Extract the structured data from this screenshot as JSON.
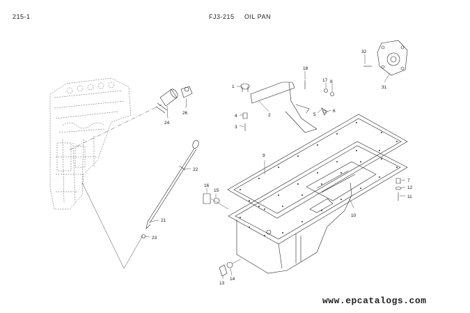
{
  "header": {
    "page_number": "215-1",
    "figure_code": "FJ3-215",
    "title": "OIL PAN"
  },
  "callouts": [
    "1",
    "2",
    "3",
    "4",
    "5",
    "6",
    "7",
    "8",
    "9",
    "10",
    "11",
    "12",
    "13",
    "14",
    "15",
    "16",
    "17",
    "18",
    "21",
    "22",
    "23",
    "24",
    "26",
    "31",
    "32"
  ],
  "footer": {
    "watermark": "www.epcatalogs.com"
  }
}
